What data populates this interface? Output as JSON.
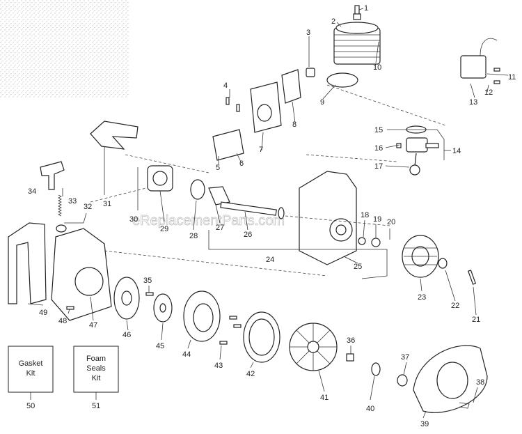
{
  "watermark": "eReplacementParts.com",
  "kits": [
    {
      "id": "gasket-kit",
      "lines": [
        "Gasket",
        "Kit"
      ],
      "number": "50"
    },
    {
      "id": "foam-seals-kit",
      "lines": [
        "Foam",
        "Seals",
        "Kit"
      ],
      "number": "51"
    }
  ],
  "callouts": [
    "1",
    "2",
    "3",
    "4",
    "5",
    "6",
    "7",
    "8",
    "9",
    "10",
    "11",
    "12",
    "13",
    "14",
    "15",
    "16",
    "17",
    "18",
    "19",
    "20",
    "21",
    "22",
    "23",
    "24",
    "25",
    "26",
    "27",
    "28",
    "29",
    "30",
    "31",
    "32",
    "33",
    "34",
    "35",
    "36",
    "37",
    "38",
    "39",
    "40",
    "41",
    "42",
    "43",
    "44",
    "45",
    "46",
    "47",
    "48",
    "49"
  ]
}
